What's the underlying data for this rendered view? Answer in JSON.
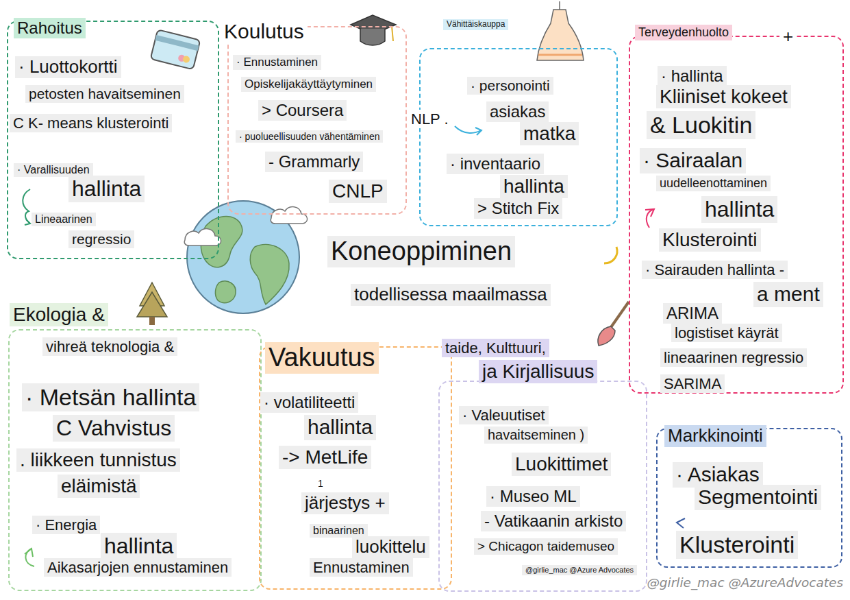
{
  "diagram": {
    "nodes": [
      {
        "text": [
          "Rahoitus",
          "· Luottokortti",
          "petosten havaitseminen",
          "C K- means klusterointi",
          "· Varallisuuden",
          "hallinta",
          "Lineaarinen",
          "regressio"
        ]
      },
      {
        "text": [
          "Koulutus",
          "· Ennustaminen",
          "Opiskelijakäyttäytyminen",
          "> Coursera",
          "· puolueellisuuden vähentäminen",
          "- Grammarly",
          "CNLP"
        ]
      },
      {
        "text": [
          "Vähittäiskauppa",
          "· personointi",
          "asiakas",
          "NLP .",
          "matka",
          "· inventaario",
          "hallinta",
          "> Stitch Fix"
        ]
      },
      {
        "text": [
          "Terveydenhuolto",
          "+",
          "· hallinta",
          "Kliiniset kokeet",
          "& Luokitin",
          "· Sairaalan",
          "uudelleenottaminen",
          "hallinta",
          "Klusterointi",
          "· Sairauden hallinta -",
          "a ment",
          "ARIMA",
          "logistiset käyrät",
          "lineaarinen regressio",
          "SARIMA"
        ]
      },
      {
        "text": [
          "Koneoppiminen",
          "todellisessa maailmassa"
        ]
      },
      {
        "text": [
          "Ekologia &",
          "vihreä teknologia &",
          "· Metsän hallinta",
          "C Vahvistus",
          ". liikkeen tunnistus",
          "eläimistä",
          "· Energia",
          "hallinta",
          "Aikasarjojen ennustaminen"
        ]
      },
      {
        "text": [
          "Vakuutus",
          "· volatiliteetti",
          "hallinta",
          "-> MetLife",
          "1",
          "järjestys +",
          "binaarinen",
          "luokittelu",
          "Ennustaminen"
        ]
      },
      {
        "text": [
          "taide, Kulttuuri,",
          "ja Kirjallisuus",
          "· Valeuutiset",
          "havaitseminen )",
          "Luokittimet",
          "· Museo ML",
          "- Vatikaanin arkisto",
          "> Chicagon taidemuseo",
          "@girlie_mac @Azure Advocates"
        ]
      },
      {
        "text": [
          "Markkinointi",
          "· Asiakas",
          "Segmentointi",
          "Klusterointi"
        ]
      }
    ],
    "labels": [
      "@girlie_mac @AzureAdvocates"
    ]
  }
}
